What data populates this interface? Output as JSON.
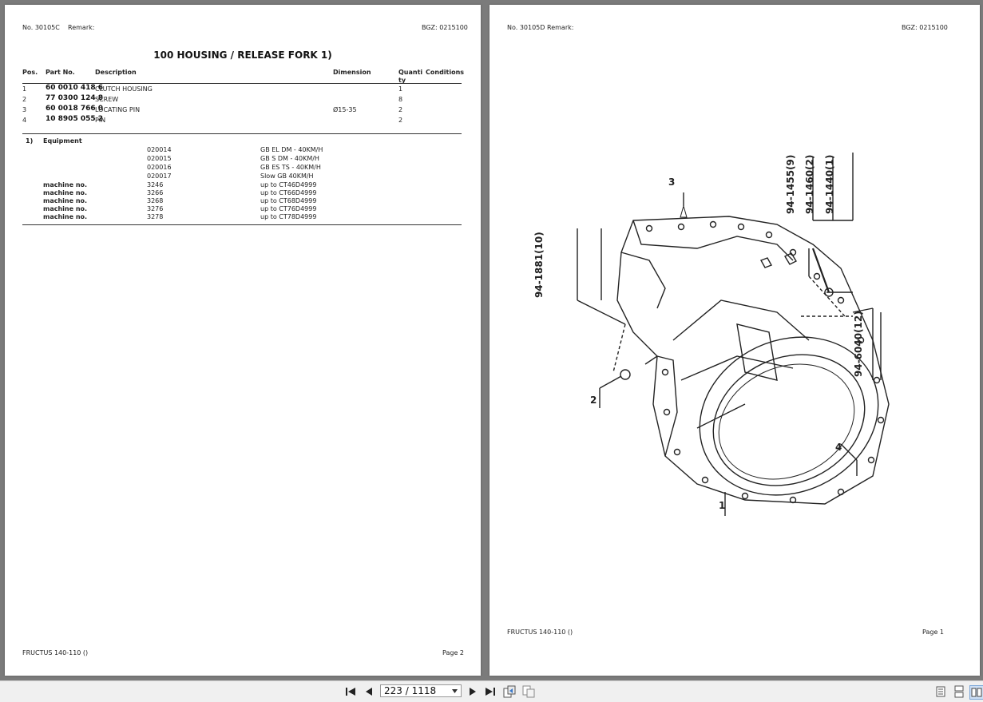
{
  "left_page": {
    "doc_no": "No. 30105C",
    "remark": "Remark:",
    "bgz": "BGZ: 0215100",
    "title": "100 HOUSING / RELEASE FORK  1)",
    "headers": {
      "pos": "Pos.",
      "part_no": "Part No.",
      "description": "Description",
      "dimension": "Dimension",
      "quantity": "Quanti ty",
      "conditions": "Conditions"
    },
    "rows": [
      {
        "pos": "1",
        "part_no": "60 0010 418 6",
        "description": "CLUTCH HOUSING",
        "dimension": "",
        "qty": "1"
      },
      {
        "pos": "2",
        "part_no": "77 0300 124 8",
        "description": "SCREW",
        "dimension": "",
        "qty": "8"
      },
      {
        "pos": "3",
        "part_no": "60 0018 766 0",
        "description": "LOCATING PIN",
        "dimension": "Ø15-35",
        "qty": "2"
      },
      {
        "pos": "4",
        "part_no": "10 8905 055 2",
        "description": "PIN",
        "dimension": "",
        "qty": "2"
      }
    ],
    "footnote_marker": "1)",
    "footnote_label": "Equipment",
    "equipment": [
      {
        "label": "",
        "code": "020014",
        "text": "GB EL DM - 40KM/H"
      },
      {
        "label": "",
        "code": "020015",
        "text": "GB S DM - 40KM/H"
      },
      {
        "label": "",
        "code": "020016",
        "text": "GB ES TS - 40KM/H"
      },
      {
        "label": "",
        "code": "020017",
        "text": "Slow GB 40KM/H"
      },
      {
        "label": "machine no.",
        "code": "3246",
        "text": "up to CT46D4999"
      },
      {
        "label": "machine no.",
        "code": "3266",
        "text": "up to CT66D4999"
      },
      {
        "label": "machine no.",
        "code": "3268",
        "text": "up to CT68D4999"
      },
      {
        "label": "machine no.",
        "code": "3276",
        "text": "up to CT76D4999"
      },
      {
        "label": "machine no.",
        "code": "3278",
        "text": "up to CT78D4999"
      }
    ],
    "footer_left": "FRUCTUS 140-110 ()",
    "footer_right": "Page 2"
  },
  "right_page": {
    "doc_no": "No. 30105D",
    "remark": "Remark:",
    "bgz": "BGZ: 0215100",
    "callouts": {
      "c1": "1",
      "c2": "2",
      "c3": "3",
      "c4": "4",
      "ref_1881": "94-1881(10)",
      "ref_1455": "94-1455(9)",
      "ref_1460": "94-1460(2)",
      "ref_1440": "94-1440(1)",
      "ref_6040": "94-6040(12)"
    },
    "footer_left": "FRUCTUS 140-110 ()",
    "footer_right": "Page 1"
  },
  "toolbar": {
    "page_indicator": "223 / 1118",
    "icons": [
      "first-page-icon",
      "prev-page-icon",
      "next-page-icon",
      "last-page-icon",
      "copy-page-icon",
      "paste-page-icon",
      "single-page-view-icon",
      "continuous-view-icon",
      "two-page-view-icon"
    ]
  }
}
